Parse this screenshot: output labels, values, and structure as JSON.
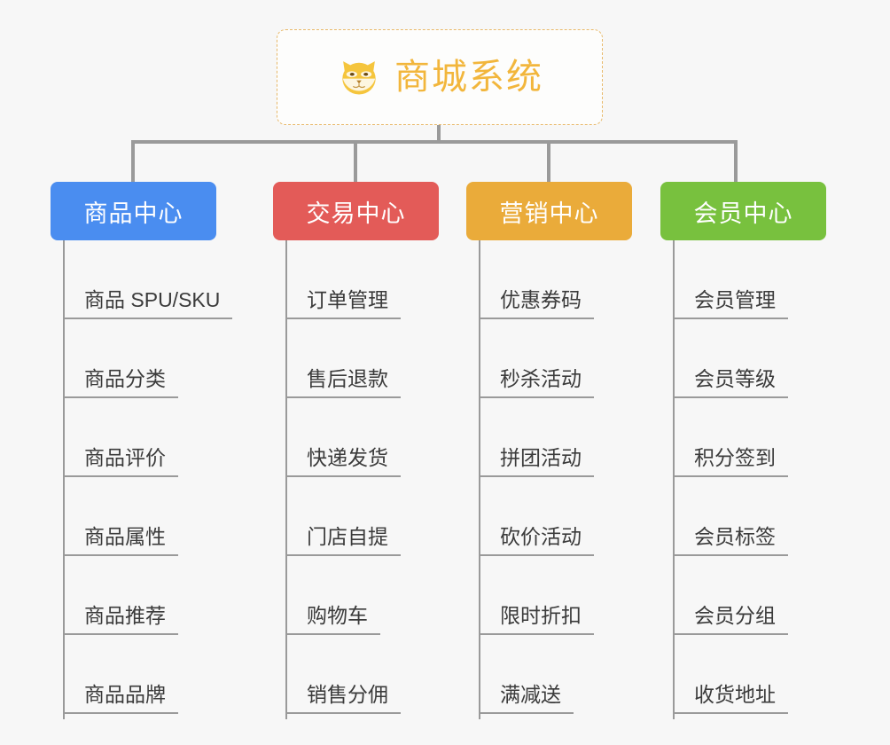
{
  "background_color": "#f7f7f7",
  "root": {
    "title": "商城系统",
    "icon": "shiba-inu-dog-face-icon",
    "title_color": "#f2b63c",
    "border_color": "#e8b96a"
  },
  "connector_color": "#9a9a9a",
  "columns": [
    {
      "label": "商品中心",
      "color": "#4a8df0",
      "items": [
        "商品 SPU/SKU",
        "商品分类",
        "商品评价",
        "商品属性",
        "商品推荐",
        "商品品牌"
      ]
    },
    {
      "label": "交易中心",
      "color": "#e35b58",
      "items": [
        "订单管理",
        "售后退款",
        "快递发货",
        "门店自提",
        "购物车",
        "销售分佣"
      ]
    },
    {
      "label": "营销中心",
      "color": "#eaab3a",
      "items": [
        "优惠券码",
        "秒杀活动",
        "拼团活动",
        "砍价活动",
        "限时折扣",
        "满减送"
      ]
    },
    {
      "label": "会员中心",
      "color": "#78c13e",
      "items": [
        "会员管理",
        "会员等级",
        "积分签到",
        "会员标签",
        "会员分组",
        "收货地址"
      ]
    }
  ]
}
